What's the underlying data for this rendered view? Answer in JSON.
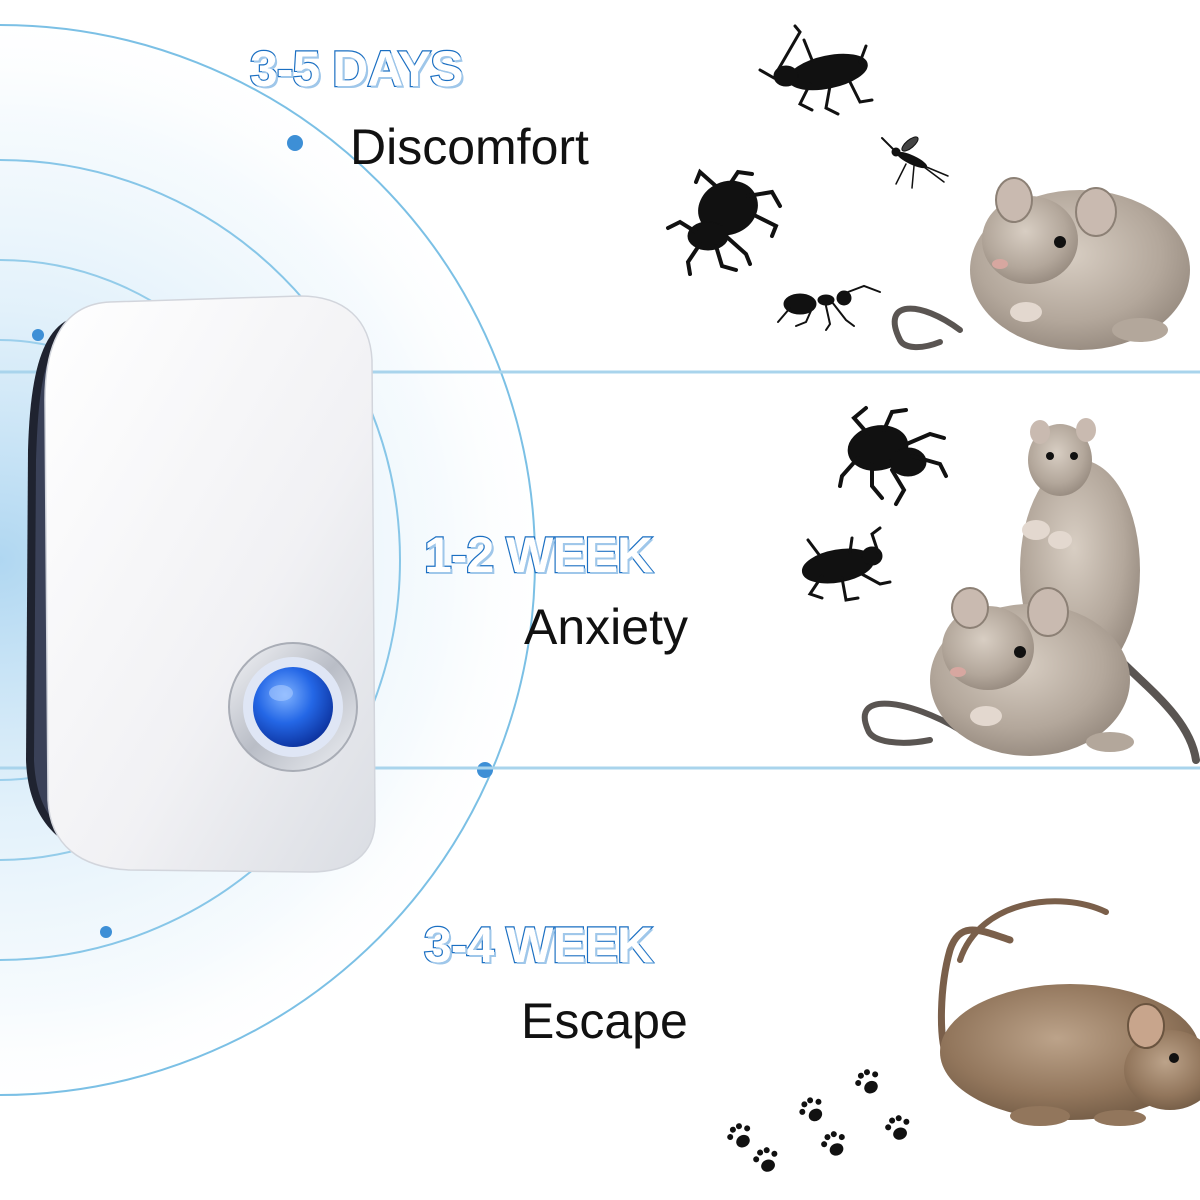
{
  "stages": [
    {
      "heading": "3-5 DAYS",
      "label": "Discomfort"
    },
    {
      "heading": "1-2 WEEK",
      "label": "Anxiety"
    },
    {
      "heading": "3-4 WEEK",
      "label": "Escape"
    }
  ],
  "colors": {
    "heading_fill": "#ffffff",
    "heading_outline": "#1b6fc2",
    "wave": "#5ab0de",
    "divider": "#a9d4ec",
    "indicator_light": "#1f6fe0",
    "device_body": "#f2f2f4",
    "silhouette": "#111111",
    "mouse_fur": "#b3a79b"
  },
  "icons": [
    "pest-repeller-device",
    "sound-wave-rings",
    "cockroach-icon",
    "spider-icon",
    "mosquito-icon",
    "ant-icon",
    "mouse-image",
    "paw-print-icon"
  ]
}
